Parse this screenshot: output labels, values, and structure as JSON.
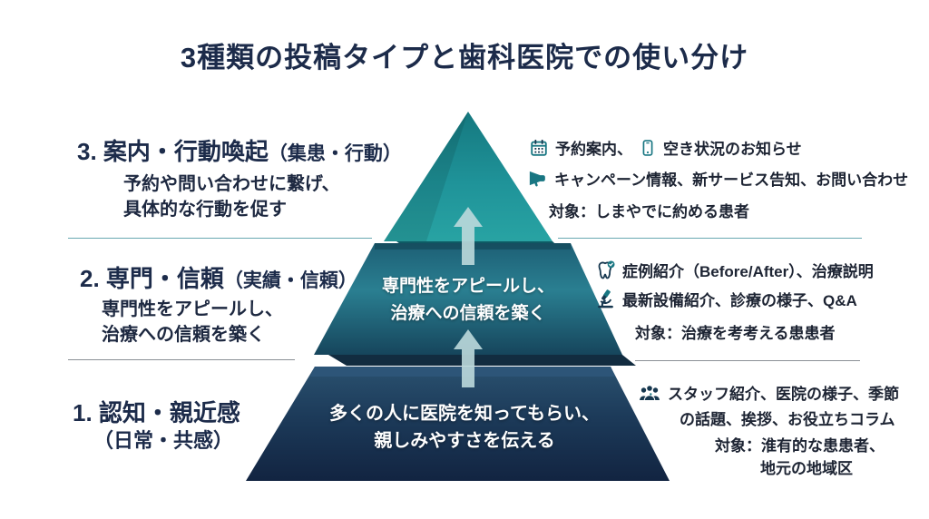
{
  "title": "3種類の投稿タイプと歯科医院での使い分け",
  "left": {
    "section3": {
      "heading": "3. 案内・行動喚起",
      "heading_paren": "（集患・行動）",
      "desc1": "予約や問い合わせに繋げ、",
      "desc2": "具体的な行動を促す"
    },
    "section2": {
      "heading": "2. 専門・信頼",
      "heading_paren": "（実績・信頼）",
      "desc1": "専門性をアピールし、",
      "desc2": "治療への信頼を築く"
    },
    "section1": {
      "heading": "1. 認知・親近感",
      "heading_paren": "（日常・共感）"
    }
  },
  "pyramid": {
    "tier2": {
      "line1": "専門性をアピールし、",
      "line2": "治療への信頼を築く"
    },
    "tier1": {
      "line1": "多くの人に医院を知ってもらい、",
      "line2": "親しみやすさを伝える"
    }
  },
  "right": {
    "section3": {
      "line1_part1": "予約案内、",
      "line1_part2": "空き状況のお知らせ",
      "line2": "キャンペーン情報、新サービス告知、お問い合わせ",
      "target": "対象：しまやでに約める患者",
      "icons": [
        "calendar-icon",
        "smartphone-icon",
        "megaphone-icon"
      ]
    },
    "section2": {
      "line1": "症例紹介（Before/After）、治療説明",
      "line2": "最新設備紹介、診療の様子、Q&A",
      "target": "対象：治療を考考える患患者",
      "icons": [
        "tooth-icon",
        "microscope-icon"
      ]
    },
    "section1": {
      "line1": "スタッフ紹介、医院の様子、季節",
      "line2": "の話題、挨拶、お役立ちコラム",
      "target1": "対象：淮有的な患患者、",
      "target2": "地元の地域区",
      "icons": [
        "people-icon"
      ]
    }
  },
  "colors": {
    "title_text": "#1c2b4a",
    "body_text": "#1d2433",
    "tier_top_teal": "#1f969b",
    "tier_mid_teal": "#27708a",
    "tier_bottom_navy": "#16293f",
    "pyramid_text": "#ffffff",
    "icon_teal": "#187682",
    "icon_navy": "#16374f",
    "divider_teal": "#69a8b2",
    "divider_gray": "#8b9096",
    "arrow_light": "#bcd9dc"
  }
}
